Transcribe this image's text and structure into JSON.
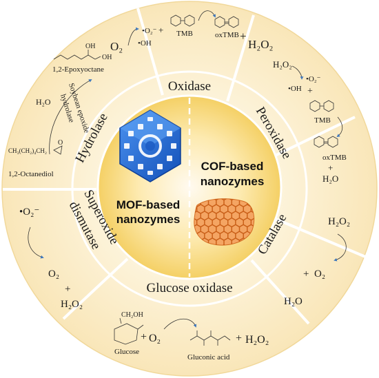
{
  "segments": {
    "oxidase": "Oxidase",
    "peroxidase": "Peroxidase",
    "catalase": "Catalase",
    "glucose_oxidase": "Glucose oxidase",
    "superoxide_line1": "Superoxide",
    "superoxide_line2": "dismutase",
    "hydrolase": "Hydrolase"
  },
  "core": {
    "mof_line1": "MOF-based",
    "mof_line2": "nanozymes",
    "cof_line1": "COF-based",
    "cof_line2": "nanozymes"
  },
  "oxidase_rxn": {
    "o2": "O₂",
    "superoxide": "•O₂⁻",
    "hydroxyl": "•OH",
    "plus1": "+",
    "tmb": "TMB",
    "oxtmb": "oxTMB",
    "plus2": "+",
    "h2o2": "H₂O₂"
  },
  "peroxidase_rxn": {
    "h2o2": "H₂O₂",
    "superoxide": "•O₂⁻",
    "hydroxyl": "•OH",
    "plus1": "+",
    "tmb": "TMB",
    "oxtmb": "oxTMB",
    "plus2": "+",
    "h2o": "H₂O"
  },
  "catalase_rxn": {
    "h2o2": "H₂O₂",
    "plus": "+",
    "o2": "O₂",
    "h2o": "H₂O"
  },
  "glucose_rxn": {
    "glucose": "Glucose",
    "plus1": "+",
    "o2": "O₂",
    "gluconic": "Gluconic acid",
    "plus2": "+",
    "h2o2": "H₂O₂"
  },
  "sod_rxn": {
    "superoxide": "•O₂⁻",
    "o2": "O₂",
    "plus": "+",
    "h2o2": "H₂O₂"
  },
  "hydrolase_rxn": {
    "epoxyoctane": "1,2-Epoxyoctane",
    "h2o": "H₂O",
    "enzyme_line1": "Soybean epoxide",
    "enzyme_line2": "hydrolase",
    "substrate": "CH₃(CH₂)₄CH₂",
    "octanediol": "1,2-Octanediol"
  },
  "colors": {
    "outer_ring": "#fcf0d2",
    "outer_ring_edge": "#f5dfa6",
    "core_inner": "#fff9e3",
    "core_outer": "#f8d97a",
    "mof_blue": "#1e66d8",
    "cof_orange": "#e9843a",
    "arrow_blue": "#4a82c4"
  }
}
